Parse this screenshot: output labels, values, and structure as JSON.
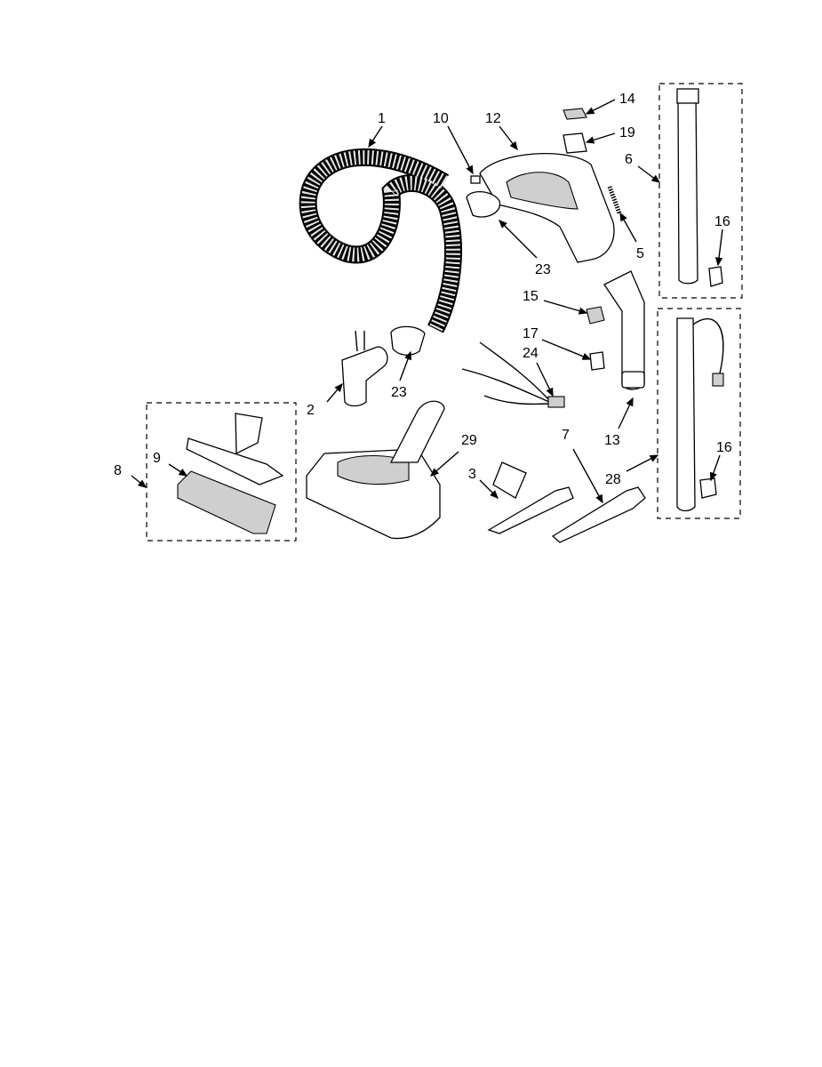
{
  "callouts": {
    "c1": "1",
    "c10": "10",
    "c12": "12",
    "c14": "14",
    "c19": "19",
    "c6": "6",
    "c16a": "16",
    "c5": "5",
    "c23a": "23",
    "c15": "15",
    "c17": "17",
    "c24": "24",
    "c2": "2",
    "c23b": "23",
    "c13": "13",
    "c8": "8",
    "c9": "9",
    "c29": "29",
    "c3": "3",
    "c7": "7",
    "c28": "28",
    "c16b": "16"
  }
}
